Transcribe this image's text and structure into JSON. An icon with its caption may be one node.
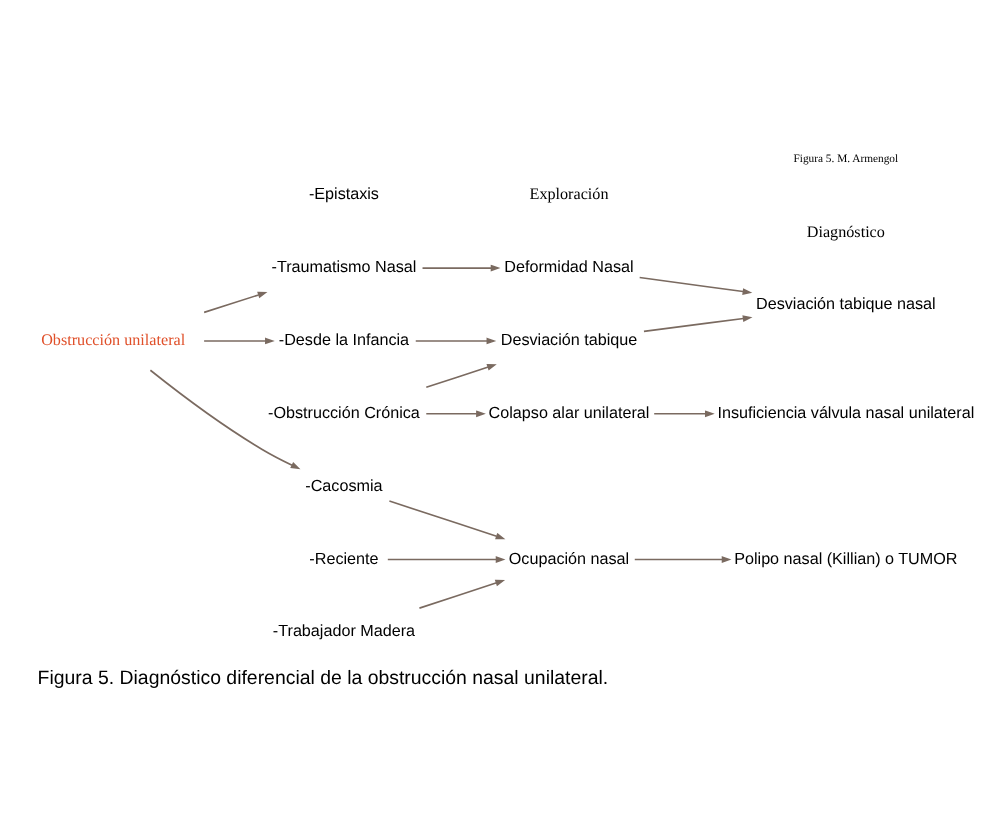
{
  "diagram": {
    "caption": "Figura 5. Diagnóstico diferencial de la obstrucción nasal unilateral.",
    "nodes": [
      {
        "text": [
          "Obstrucción unilateral"
        ]
      },
      {
        "text": [
          "-Traumatismo Nasal"
        ]
      },
      {
        "text": [
          "-Obstrucción Crónica"
        ]
      },
      {
        "text": [
          "-Desde la Infancia"
        ]
      },
      {
        "text": [
          "-Reciente"
        ]
      },
      {
        "text": [
          "-Epistaxis"
        ]
      },
      {
        "text": [
          "-Cacosmia"
        ]
      },
      {
        "text": [
          "-Trabajador Madera"
        ]
      },
      {
        "text": [
          "Deformidad Nasal"
        ]
      },
      {
        "text": [
          "Desviación tabique"
        ]
      },
      {
        "text": [
          "Colapso alar unilateral"
        ]
      },
      {
        "text": [
          "Ocupación nasal"
        ]
      },
      {
        "text": [
          "Desviación tabique nasal"
        ]
      },
      {
        "text": [
          "Insuficiencia válvula nasal unilateral"
        ]
      },
      {
        "text": [
          "Polipo nasal (Killian) o TUMOR"
        ]
      }
    ],
    "edges": [
      {
        "from": 0,
        "to": 1,
        "arrow": "to"
      },
      {
        "from": 0,
        "to": 3,
        "arrow": "to"
      },
      {
        "from": 0,
        "to": 6,
        "arrow": "to"
      },
      {
        "from": 1,
        "to": 8,
        "arrow": "to"
      },
      {
        "from": 2,
        "to": 9,
        "arrow": "to"
      },
      {
        "from": 2,
        "to": 10,
        "arrow": "to"
      },
      {
        "from": 3,
        "to": 9,
        "arrow": "to"
      },
      {
        "from": 4,
        "to": 11,
        "arrow": "to"
      },
      {
        "from": 6,
        "to": 11,
        "arrow": "to"
      },
      {
        "from": 7,
        "to": 11,
        "arrow": "to"
      },
      {
        "from": 8,
        "to": 12,
        "arrow": "to"
      },
      {
        "from": 9,
        "to": 12,
        "arrow": "to"
      },
      {
        "from": 10,
        "to": 13,
        "arrow": "to"
      },
      {
        "from": 11,
        "to": 14,
        "arrow": "to"
      }
    ],
    "labels": [
      "Figura 5. M. Armengol",
      "Exploración",
      "Diagnóstico"
    ]
  }
}
